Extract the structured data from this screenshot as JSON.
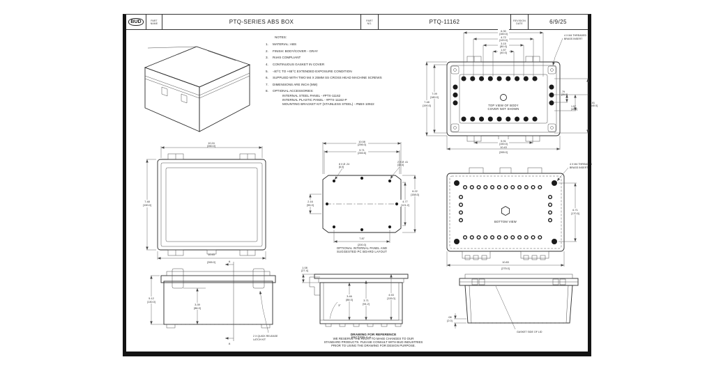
{
  "sheet": {
    "logo": "BUD",
    "part_name_label_1": "PART",
    "part_name_label_2": "NAME",
    "title": "PTQ-SERIES ABS BOX",
    "part_no_label_1": "PART",
    "part_no_label_2": "NO.",
    "part_no": "PTQ-11162",
    "rev_label_1": "REVISION",
    "rev_label_2": "DATE",
    "rev_date": "6/9/25"
  },
  "notes": {
    "heading": "NOTES:",
    "items": [
      {
        "n": "1.",
        "t": "MATERIAL: ABS"
      },
      {
        "n": "2.",
        "t": "FINISH: BODY/COVER - GRAY"
      },
      {
        "n": "3.",
        "t": "RoHS COMPLIANT"
      },
      {
        "n": "4.",
        "t": "CONTINUOUS GASKET IN COVER"
      },
      {
        "n": "5.",
        "t": "-40°C TO +65°C EXTENDED EXPOSURE CONDITION"
      },
      {
        "n": "6.",
        "t": "SUPPLIED WITH TWO M4 X 25MM SS CROSS HEAD MACHINE SCREWS"
      },
      {
        "n": "7.",
        "t": "DIMENSIONS ARE INCH (MM)"
      },
      {
        "n": "8.",
        "t": "OPTIONAL ACCESSORIES:"
      }
    ],
    "accessories": [
      "INTERNAL STEEL PANEL - #PTX-11162",
      "INTERNAL PLASTIC PANEL - #PTX-11162-P",
      "MOUNTING BRACKET KIT (STAINLESS STEEL) - #NBX-10922"
    ]
  },
  "views": {
    "front": {
      "dims": {
        "t": {
          "in": "10.24",
          "mm": "[260.0]"
        },
        "l": {
          "in": "7.48",
          "mm": "[190.0]"
        },
        "b": {
          "in": "10.43",
          "mm": "[265.0]"
        }
      }
    },
    "top": {
      "caption1": "TOP VIEW OF BODY",
      "caption2": "COVER NOT SHOWN",
      "callout1": "4 X M4 THREADED",
      "callout2": "BRASS INSERT",
      "dims": {
        "t1": {
          "in": "1.57",
          "mm": "[40.0]"
        },
        "t2": {
          "in": "3.15",
          "mm": "[80.0]"
        },
        "t3": {
          "in": "4.72",
          "mm": "[120.0]"
        },
        "t4": {
          "in": "6.30",
          "mm": "[160.0]"
        },
        "l1": {
          "in": "7.09",
          "mm": "[180.0]"
        },
        "l2": {
          "in": "7.48",
          "mm": "[190.0]"
        },
        "r1": {
          "in": ".79",
          "mm": "[20.0]"
        },
        "r2": {
          "in": "1.57",
          "mm": "[40.0]"
        },
        "r3": {
          "in": "5.51",
          "mm": "[140.0]"
        },
        "b1": {
          "in": "5.91",
          "mm": "[150.0]"
        },
        "b2": {
          "in": "10.43",
          "mm": "[265.0]"
        }
      }
    },
    "bottom": {
      "caption": "BOTTOM VIEW",
      "callout1": "4 X M4 THREADED",
      "callout2": "BRASS INSERT",
      "dims": {
        "r": {
          "in": "6.71",
          "mm": "[170.5]"
        },
        "b": {
          "in": "10.83",
          "mm": "[275.0]"
        }
      }
    },
    "panel": {
      "caption1": "OPTIONAL INTERNAL PANEL AND",
      "caption2": "SUGGESTED PC BOARD LAYOUT",
      "hole1": {
        "l1": "8 X Ø .24",
        "l2": "[6.0]"
      },
      "hole2": {
        "l1": "2 X Ø .41",
        "l2": "[10.4]"
      },
      "dims": {
        "t1": {
          "in": "10.08",
          "mm": "[256.0]"
        },
        "t2": {
          "in": "9.71",
          "mm": "[246.6]"
        },
        "l": {
          "in": "2.16",
          "mm": "[55.0]"
        },
        "r1": {
          "in": "4.77",
          "mm": "[121.2]"
        },
        "r2": {
          "in": "6.22",
          "mm": "[158.0]"
        },
        "b": {
          "in": "7.87",
          "mm": "[200.0]"
        }
      }
    },
    "section": {
      "caption": "SECTION A-A",
      "angle": "3°",
      "dims": {
        "d1": {
          "in": "1.08",
          "mm": "[27.4]"
        },
        "d2": {
          "in": "3.46",
          "mm": "[88.0]"
        },
        "d3": {
          "in": "3.71",
          "mm": "[94.2]"
        },
        "d4": {
          "in": "4.53",
          "mm": "[115.0]"
        }
      }
    },
    "latch": {
      "marker": "A",
      "callout1": "2 X QUICK RELEASE",
      "callout2": "LATCH KIT",
      "dims": {
        "l": {
          "in": "5.12",
          "mm": "[130.0]"
        },
        "i": {
          "in": "3.39",
          "mm": "[86.0]"
        }
      }
    },
    "gasket": {
      "callout": "GASKET SIDE OF LID",
      "dim": {
        "in": ".08",
        "mm": "[2.0]"
      }
    }
  },
  "disclaimer": {
    "t": "DRAWING FOR REFERENCE",
    "l1": "WE RESERVE THE RIGHT TO MAKE CHANGES TO OUR",
    "l2": "STANDARD PRODUCTS. PLEASE CONSULT WITH BUD INDUSTRIES",
    "l3": "PRIOR TO USING THE DRAWING FOR DESIGN PURPOSE."
  }
}
